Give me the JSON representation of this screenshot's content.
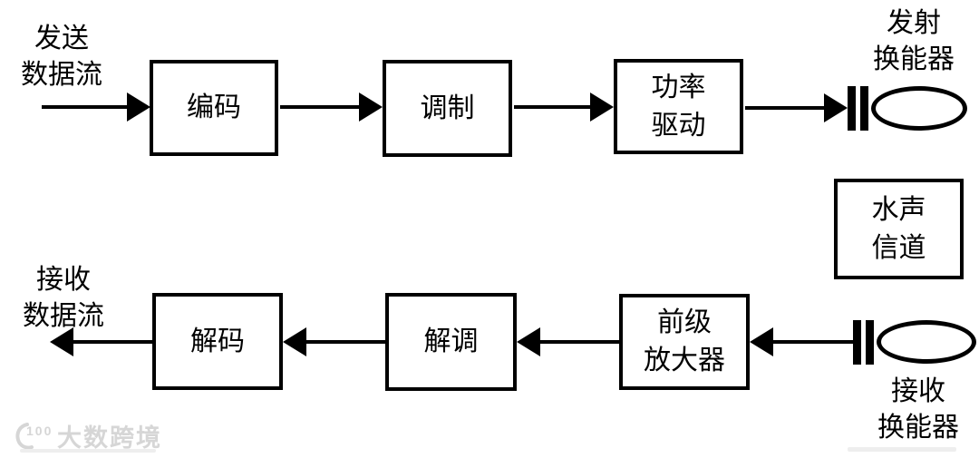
{
  "diagram": {
    "type": "block-diagram",
    "subject": "underwater acoustic communication system",
    "colors": {
      "ink": "#000000",
      "background": "#ffffff",
      "watermark": "#d6d6d6"
    }
  },
  "labels": {
    "send_stream": {
      "line1": "发送",
      "line2": "数据流"
    },
    "receive_stream": {
      "line1": "接收",
      "line2": "数据流"
    },
    "tx_transducer": {
      "line1": "发射",
      "line2": "换能器"
    },
    "rx_transducer": {
      "line1": "接收",
      "line2": "换能器"
    }
  },
  "nodes": {
    "encode": {
      "label": "编码"
    },
    "modulate": {
      "label": "调制"
    },
    "power_drive": {
      "line1": "功率",
      "line2": "驱动"
    },
    "channel": {
      "line1": "水声",
      "line2": "信道"
    },
    "preamp": {
      "line1": "前级",
      "line2": "放大器"
    },
    "demodulate": {
      "label": "解调"
    },
    "decode": {
      "label": "解码"
    }
  },
  "watermark": {
    "logo_text": "100",
    "brand": "大数跨境"
  }
}
